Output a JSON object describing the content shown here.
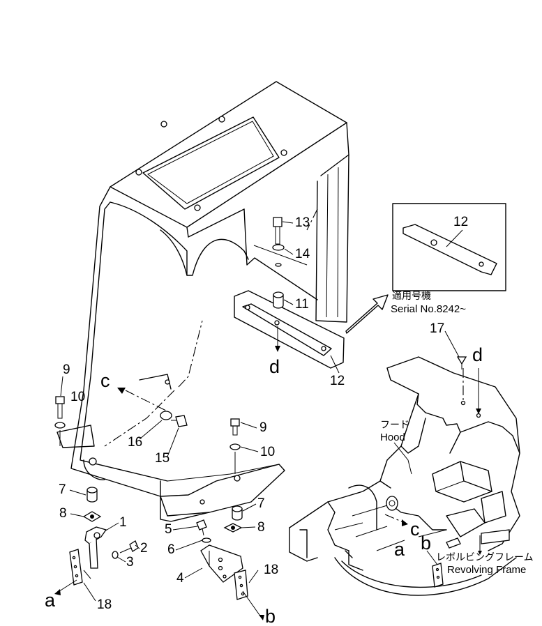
{
  "parts": {
    "p1": "1",
    "p2": "2",
    "p3": "3",
    "p4": "4",
    "p5": "5",
    "p6": "6",
    "p7a": "7",
    "p7b": "7",
    "p8a": "8",
    "p8b": "8",
    "p9a": "9",
    "p9b": "9",
    "p10a": "10",
    "p10b": "10",
    "p11": "11",
    "p12a": "12",
    "p12b": "12",
    "p13": "13",
    "p14": "14",
    "p15": "15",
    "p16": "16",
    "p17": "17",
    "p18a": "18",
    "p18b": "18"
  },
  "refs": {
    "a1": "a",
    "a2": "a",
    "b1": "b",
    "b2": "b",
    "c1": "c",
    "c2": "c",
    "d1": "d",
    "d2": "d"
  },
  "labels": {
    "serial_jp": "適用号機",
    "serial": "Serial No.8242~",
    "hood_jp": "フード",
    "hood": "Hood",
    "frame_jp": "レボルビングフレーム",
    "frame": "Revolving Frame"
  }
}
